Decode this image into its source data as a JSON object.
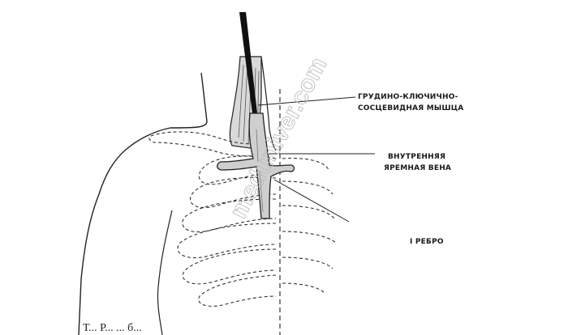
{
  "labels": {
    "scm_line1": "ГРУДИНО-КЛЮЧИЧНО-",
    "scm_line2": "СОСЦЕВИДНАЯ МЫШЦА",
    "ijv_line1": "ВНУТРЕННЯЯ",
    "ijv_line2": "ЯРЕМНАЯ ВЕНА",
    "rib": "I РЕБРО"
  },
  "watermark": "meduniver.com",
  "caption": "Т... Р... ... б..."
}
